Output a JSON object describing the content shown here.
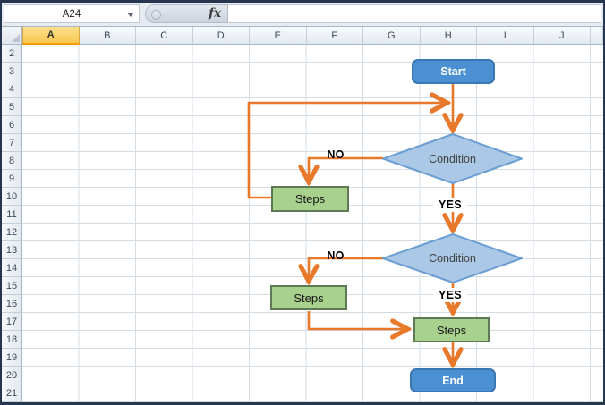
{
  "colors": {
    "chrome_border": "#26364F",
    "arrow_color": "#E8782A",
    "terminator_fill": "#4A90D2",
    "terminator_border": "#3A76B4",
    "decision_fill": "#ABC8E6",
    "decision_border": "#6B9FD4",
    "process_fill": "#A9D18E",
    "process_border": "#5E7A54",
    "selected_header_top": "#FBE08E",
    "selected_header_bottom": "#F8C74F",
    "selected_header_accent": "#F49D0B"
  },
  "formula_bar": {
    "name_box_value": "A24",
    "fx_label": "fx",
    "formula_value": ""
  },
  "grid": {
    "column_headers": [
      "A",
      "B",
      "C",
      "D",
      "E",
      "F",
      "G",
      "H",
      "I",
      "J"
    ],
    "selected_column": "A",
    "row_headers": [
      "2",
      "3",
      "4",
      "5",
      "6",
      "7",
      "8",
      "9",
      "10",
      "11",
      "12",
      "13",
      "14",
      "15",
      "16",
      "17",
      "18",
      "19",
      "20",
      "21"
    ]
  },
  "flowchart": {
    "start_label": "Start",
    "end_label": "End",
    "decision1_label": "Condition",
    "decision2_label": "Condition",
    "process1_label": "Steps",
    "process2_label": "Steps",
    "process3_label": "Steps",
    "branch_no1": "NO",
    "branch_no2": "NO",
    "branch_yes1": "YES",
    "branch_yes2": "YES"
  }
}
